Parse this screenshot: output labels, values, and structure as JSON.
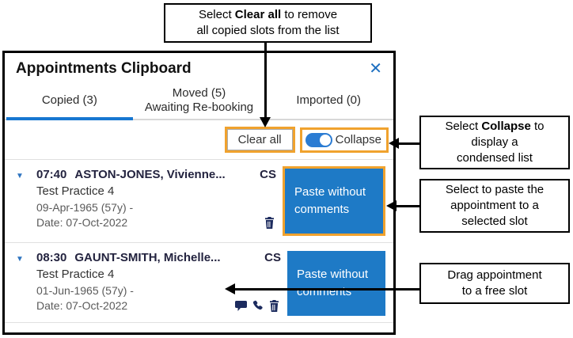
{
  "colors": {
    "accent_blue": "#1e7ac6",
    "highlight_orange": "#f0a22e",
    "tab_underline_blue": "#1777d1",
    "icon_navy": "#1c2b5e",
    "close_blue": "#1d6fc0"
  },
  "callouts": {
    "clear_all": {
      "line1_pre": "Select ",
      "line1_bold": "Clear all",
      "line1_post": " to remove",
      "line2": "all copied slots from the list"
    },
    "collapse": {
      "line1_pre": "Select ",
      "line1_bold": "Collapse",
      "line1_post": " to",
      "line2": "display a",
      "line3": "condensed list"
    },
    "paste": {
      "line1": "Select to paste the",
      "line2": "appointment to a",
      "line3": "selected slot"
    },
    "drag": {
      "line1": "Drag appointment",
      "line2": "to a free slot"
    }
  },
  "panel": {
    "title": "Appointments Clipboard",
    "close_icon": "✕",
    "expander_icon": "▼",
    "tabs": [
      {
        "label": "Copied (3)"
      },
      {
        "label": "Moved (5)",
        "sublabel": "Awaiting Re-booking"
      },
      {
        "label": "Imported (0)"
      }
    ],
    "toolbar": {
      "clear_all_label": "Clear all",
      "collapse_label": "Collapse"
    },
    "paste_button": {
      "line1": "Paste without",
      "line2": "comments"
    },
    "appointments": [
      {
        "time": "07:40",
        "name": "ASTON-JONES, Vivienne...",
        "code": "CS",
        "practice": "Test Practice 4",
        "dob": "09-Apr-1965 (57y) -",
        "date": "Date: 07-Oct-2022",
        "icons": [
          "delete-icon"
        ]
      },
      {
        "time": "08:30",
        "name": "GAUNT-SMITH, Michelle...",
        "code": "CS",
        "practice": "Test Practice 4",
        "dob": "01-Jun-1965 (57y) -",
        "date": "Date: 07-Oct-2022",
        "icons": [
          "comment-icon",
          "phone-icon",
          "delete-icon"
        ]
      }
    ]
  }
}
